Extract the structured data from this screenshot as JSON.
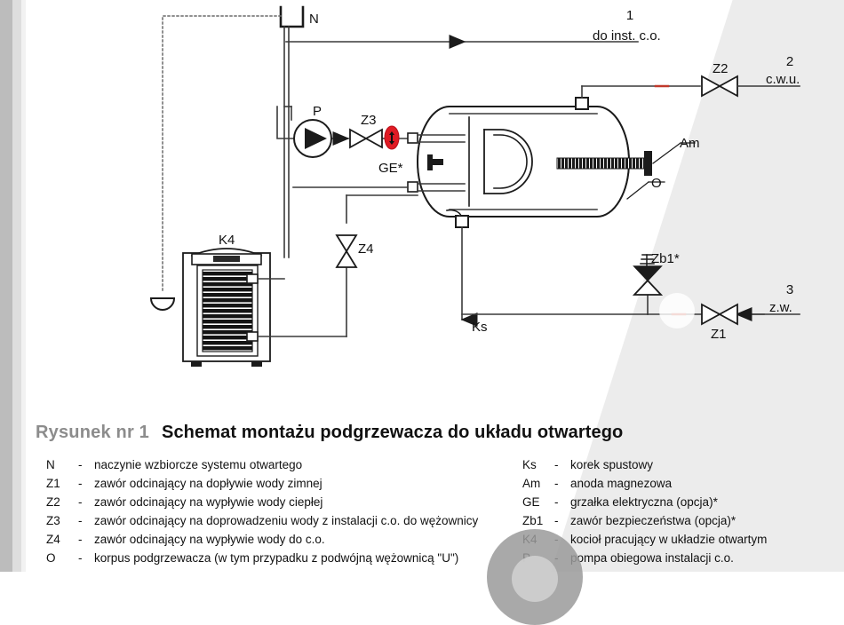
{
  "caption": {
    "figure_number": "Rysunek nr 1",
    "title": "Schemat montażu podgrzewacza do układu otwartego"
  },
  "diagram": {
    "labels": {
      "n": "N",
      "p": "P",
      "z1": "Z1",
      "z2": "Z2",
      "z3": "Z3",
      "z4": "Z4",
      "zb1": "Zb1*",
      "ge": "GE*",
      "am": "Am",
      "o": "O",
      "ks": "Ks",
      "k4": "K4",
      "port1_num": "1",
      "port1_txt": "do inst. c.o.",
      "port2_num": "2",
      "port2_txt": "c.w.u.",
      "port3_num": "3",
      "port3_txt": "z.w."
    },
    "colors": {
      "line": "#3a3a3a",
      "ink": "#111111",
      "highlight_red": "#e01b24",
      "fill_dark": "#1b1b1b"
    }
  },
  "legend": {
    "left": [
      {
        "key": "N",
        "dash": "-",
        "text": "naczynie wzbiorcze systemu otwartego"
      },
      {
        "key": "Z1",
        "dash": "-",
        "text": "zawór odcinający na dopływie wody zimnej"
      },
      {
        "key": "Z2",
        "dash": "-",
        "text": "zawór odcinający na wypływie wody ciepłej"
      },
      {
        "key": "Z3",
        "dash": "-",
        "text": "zawór odcinający na doprowadzeniu wody z instalacji c.o. do wężownicy"
      },
      {
        "key": "Z4",
        "dash": "-",
        "text": "zawór odcinający na wypływie wody do c.o."
      },
      {
        "key": "O",
        "dash": "-",
        "text": "korpus podgrzewacza (w tym przypadku z podwójną wężownicą \"U\")"
      }
    ],
    "right": [
      {
        "key": "Ks",
        "dash": "-",
        "text": "korek spustowy"
      },
      {
        "key": "Am",
        "dash": "-",
        "text": "anoda magnezowa"
      },
      {
        "key": "GE",
        "dash": "-",
        "text": "grzałka elektryczna (opcja)*"
      },
      {
        "key": "Zb1",
        "dash": "-",
        "text": "zawór bezpieczeństwa (opcja)*"
      },
      {
        "key": "K4",
        "dash": "-",
        "text": "kocioł pracujący w układzie otwartym"
      },
      {
        "key": "P",
        "dash": "-",
        "text": "pompa obiegowa instalacji c.o."
      }
    ]
  }
}
